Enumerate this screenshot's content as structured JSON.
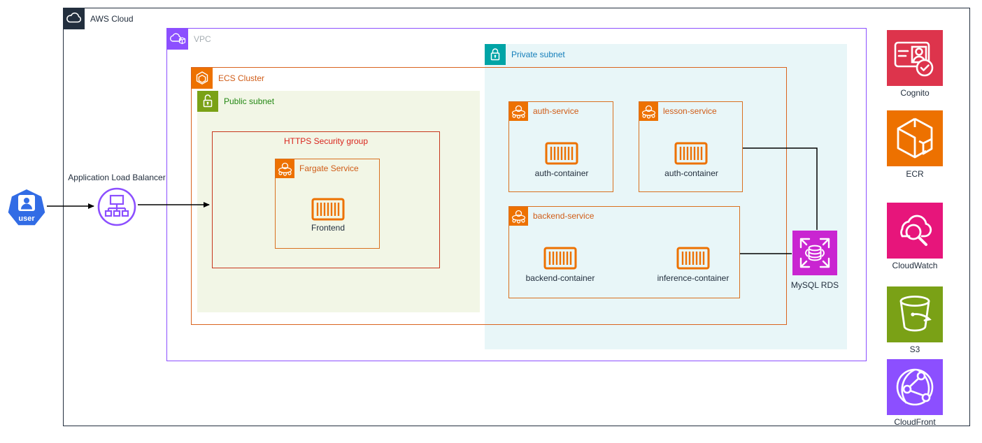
{
  "diagram": {
    "aws_cloud": {
      "label": "AWS Cloud"
    },
    "vpc": {
      "label": "VPC"
    },
    "private_subnet": {
      "label": "Private subnet"
    },
    "ecs_cluster": {
      "label": "ECS Cluster"
    },
    "public_subnet": {
      "label": "Public subnet"
    },
    "security_group": {
      "label": "HTTPS Security group"
    },
    "fargate_service": {
      "label": "Fargate Service",
      "containers": [
        {
          "label": "Frontend"
        }
      ]
    },
    "services": [
      {
        "label": "auth-service",
        "containers": [
          {
            "label": "auth-container"
          }
        ]
      },
      {
        "label": "lesson-service",
        "containers": [
          {
            "label": "auth-container"
          }
        ]
      },
      {
        "label": "backend-service",
        "containers": [
          {
            "label": "backend-container"
          },
          {
            "label": "inference-container"
          }
        ]
      }
    ],
    "database": {
      "label": "MySQL RDS"
    },
    "actors": {
      "user": {
        "label": "user"
      },
      "load_balancer": {
        "label": "Application Load Balancer"
      }
    },
    "external_services": [
      {
        "label": "Cognito"
      },
      {
        "label": "ECR"
      },
      {
        "label": "CloudWatch"
      },
      {
        "label": "S3"
      },
      {
        "label": "CloudFront"
      }
    ],
    "colors": {
      "dark": "#232F3E",
      "vpc_purple": "#8C4FFF",
      "private_subnet_teal": "#00A4A6",
      "private_label_blue": "#147EBA",
      "public_subnet_green": "#7AA116",
      "public_label_green": "#248814",
      "ecs_orange": "#ED7100",
      "cluster_border_orange": "#D9641E",
      "security_red": "#C7361C",
      "cognito_red": "#DD344C",
      "cloudwatch_pink": "#E7157B",
      "s3_green": "#7AA116",
      "cloudfront_purple": "#8C4FFF",
      "rds_magenta": "#C925D1",
      "user_blue": "#326CE5"
    }
  }
}
